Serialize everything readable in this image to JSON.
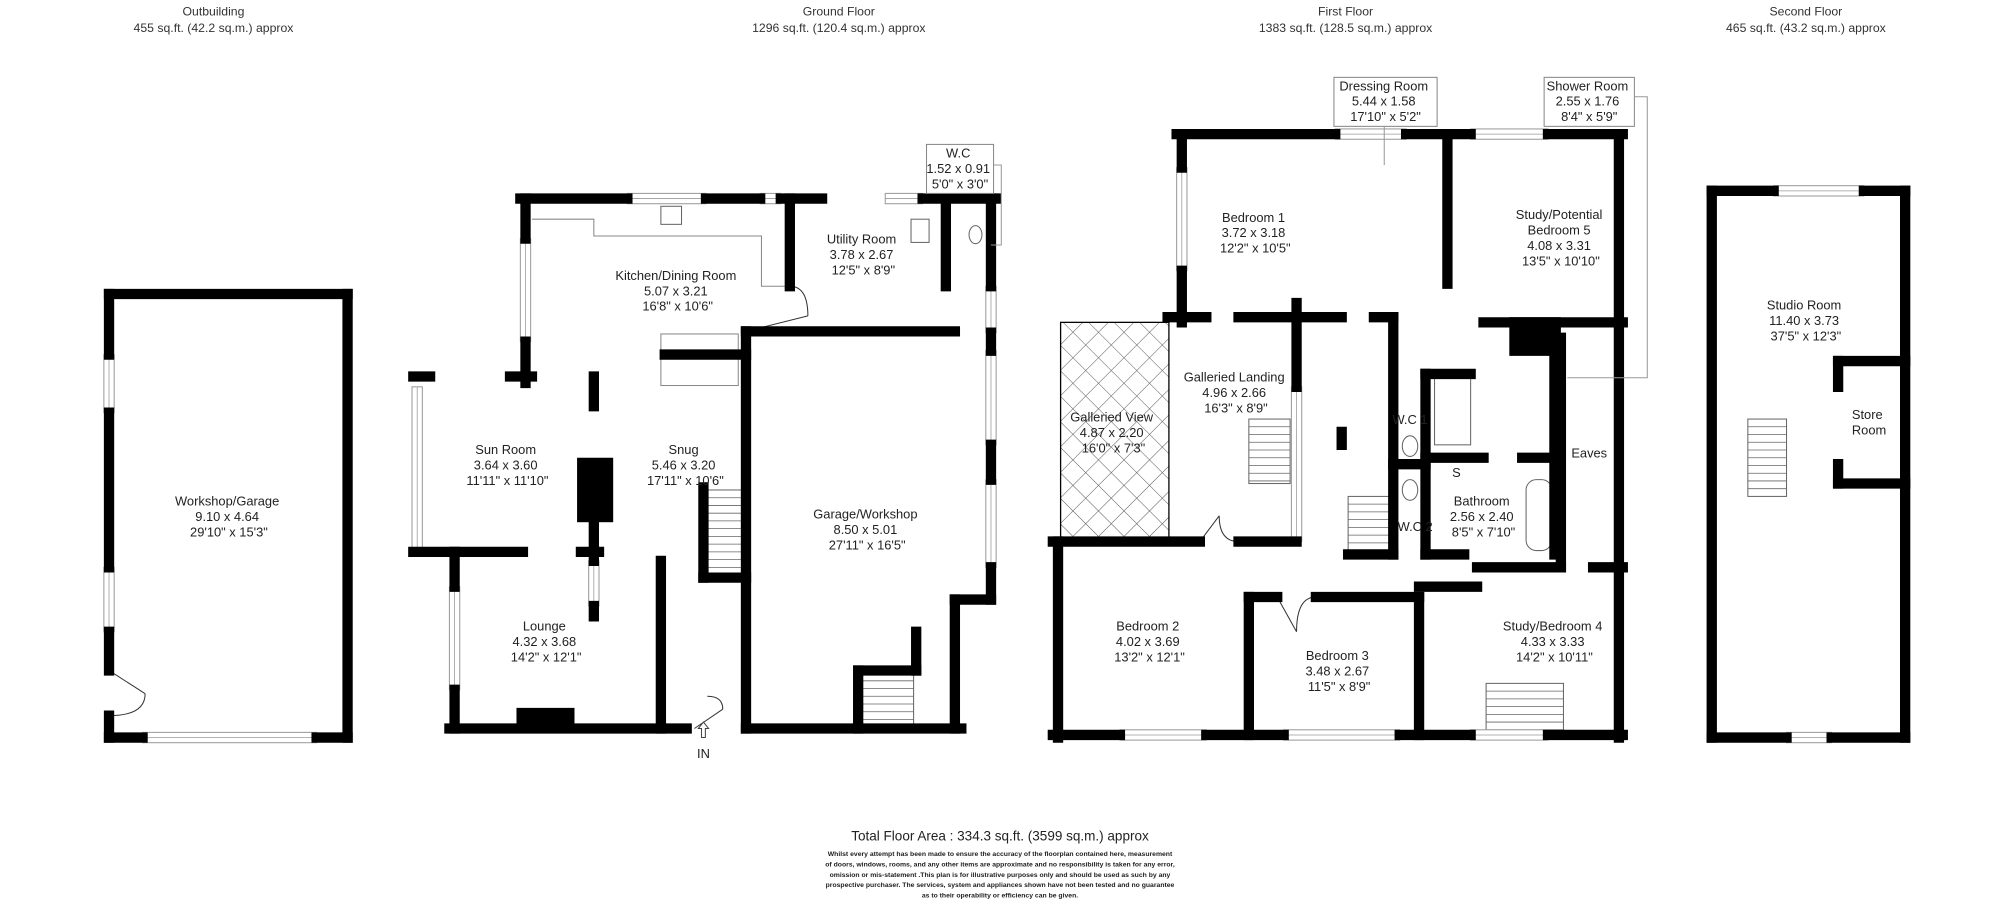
{
  "floors": {
    "outbuilding": {
      "title": "Outbuilding",
      "area": "455 sq.ft. (42.2 sq.m.) approx"
    },
    "ground": {
      "title": "Ground Floor",
      "area": "1296 sq.ft. (120.4 sq.m.) approx"
    },
    "first": {
      "title": "First Floor",
      "area": "1383 sq.ft. (128.5 sq.m.) approx"
    },
    "second": {
      "title": "Second Floor",
      "area": "465 sq.ft. (43.2 sq.m.) approx"
    }
  },
  "rooms": {
    "workshop_garage": {
      "name": "Workshop/Garage",
      "metric": "9.10 x 4.64",
      "imperial": "29'10\" x 15'3\""
    },
    "kitchen": {
      "name": "Kitchen/Dining Room",
      "metric": "5.07 x 3.21",
      "imperial": "16'8\" x 10'6\""
    },
    "utility": {
      "name": "Utility Room",
      "metric": "3.78 x 2.67",
      "imperial": "12'5\" x 8'9\""
    },
    "wc_ground": {
      "name": "W.C",
      "metric": "1.52 x 0.91",
      "imperial": "5'0\" x 3'0\""
    },
    "sun_room": {
      "name": "Sun Room",
      "metric": "3.64 x 3.60",
      "imperial": "11'11\" x 11'10\""
    },
    "snug": {
      "name": "Snug",
      "metric": "5.46 x 3.20",
      "imperial": "17'11\" x 10'6\""
    },
    "garage_workshop": {
      "name": "Garage/Workshop",
      "metric": "8.50 x 5.01",
      "imperial": "27'11\" x 16'5\""
    },
    "lounge": {
      "name": "Lounge",
      "metric": "4.32 x 3.68",
      "imperial": "14'2\" x 12'1\""
    },
    "bedroom1": {
      "name": "Bedroom 1",
      "metric": "3.72 x 3.18",
      "imperial": "12'2\" x 10'5\""
    },
    "dressing": {
      "name": "Dressing Room",
      "metric": "5.44 x 1.58",
      "imperial": "17'10\" x 5'2\""
    },
    "shower": {
      "name": "Shower Room",
      "metric": "2.55 x 1.76",
      "imperial": "8'4\" x 5'9\""
    },
    "study5": {
      "name1": "Study/Potential",
      "name2": "Bedroom 5",
      "metric": "4.08 x 3.31",
      "imperial": "13'5\" x 10'10\""
    },
    "galleried_landing": {
      "name": "Galleried Landing",
      "metric": "4.96 x 2.66",
      "imperial": "16'3\" x 8'9\""
    },
    "galleried_view": {
      "name": "Galleried View",
      "metric": "4.87 x 2.20",
      "imperial": "16'0\" x 7'3\""
    },
    "wc1": {
      "name": "W.C 1"
    },
    "wc2": {
      "name": "W.C 2"
    },
    "storage_s": {
      "name": "S"
    },
    "bathroom": {
      "name": "Bathroom",
      "metric": "2.56 x 2.40",
      "imperial": "8'5\" x 7'10\""
    },
    "eaves": {
      "name": "Eaves"
    },
    "bedroom2": {
      "name": "Bedroom 2",
      "metric": "4.02 x 3.69",
      "imperial": "13'2\" x 12'1\""
    },
    "bedroom3": {
      "name": "Bedroom 3",
      "metric": "3.48 x 2.67",
      "imperial": "11'5\" x 8'9\""
    },
    "study4": {
      "name": "Study/Bedroom 4",
      "metric": "4.33 x 3.33",
      "imperial": "14'2\" x 10'11\""
    },
    "studio": {
      "name": "Studio Room",
      "metric": "11.40 x 3.73",
      "imperial": "37'5\" x 12'3\""
    },
    "store": {
      "name1": "Store",
      "name2": "Room"
    }
  },
  "entrance_label": "IN",
  "footer": {
    "total": "Total Floor Area : 334.3 sq.ft. (3599 sq.m.) approx",
    "disclaimer": [
      "Whilst every attempt has been made to ensure the accuracy of the floorplan contained here, measurement",
      "of doors, windows, rooms, and any other items are approximate and no responsibility is taken for any error,",
      "omission or mis-statement .This plan is for illustrative purposes only and should be used as such by any",
      "prospective purchaser. The services, system and appliances shown have not been tested and no guarantee",
      "as to their operability or efficiency can be given."
    ]
  },
  "colors": {
    "wall": "#000000",
    "window": "#9a9a9a",
    "label_box": "#888888"
  }
}
